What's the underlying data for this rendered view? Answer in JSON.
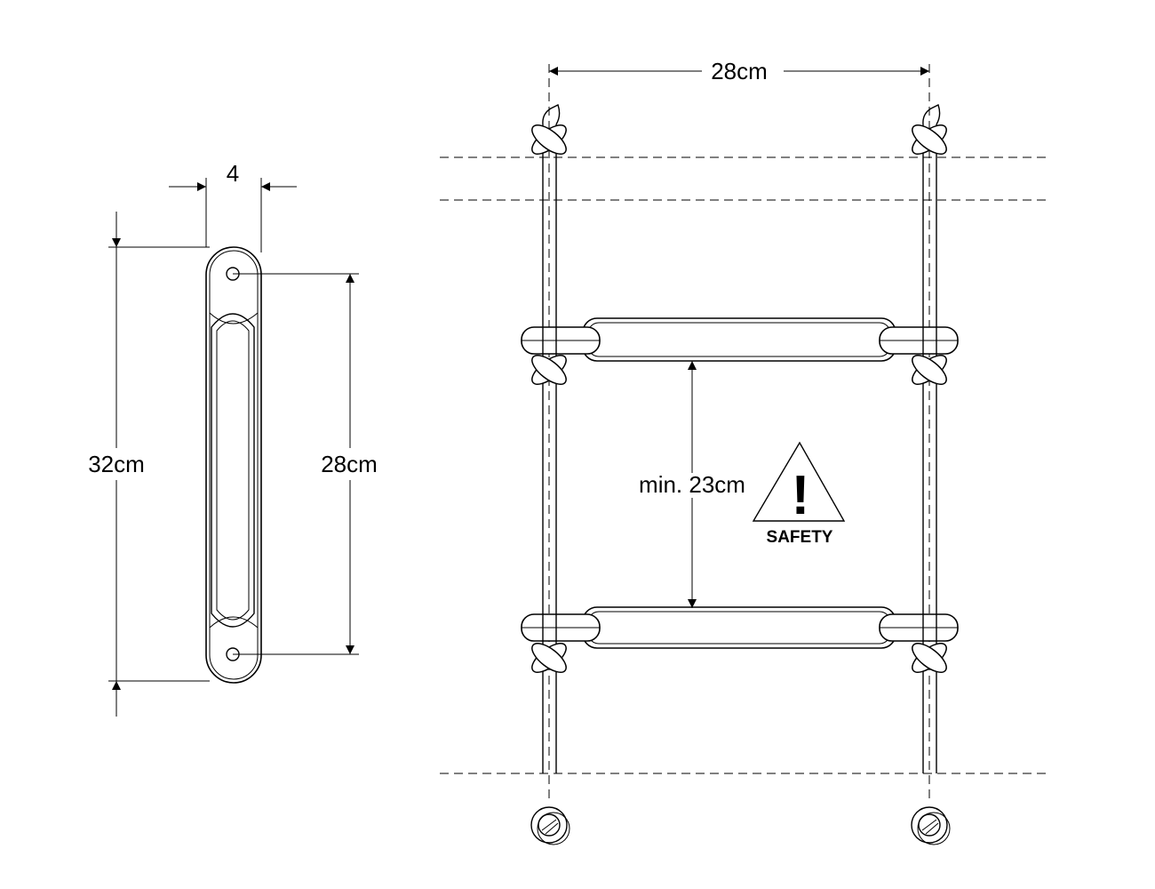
{
  "rung_side_view": {
    "width_label": "4",
    "overall_length_label": "32cm",
    "hole_spacing_label": "28cm"
  },
  "ladder_front_view": {
    "rope_spacing_label": "28cm",
    "rung_spacing_label": "min. 23cm"
  },
  "safety_sign": {
    "symbol": "!",
    "label": "SAFETY"
  }
}
